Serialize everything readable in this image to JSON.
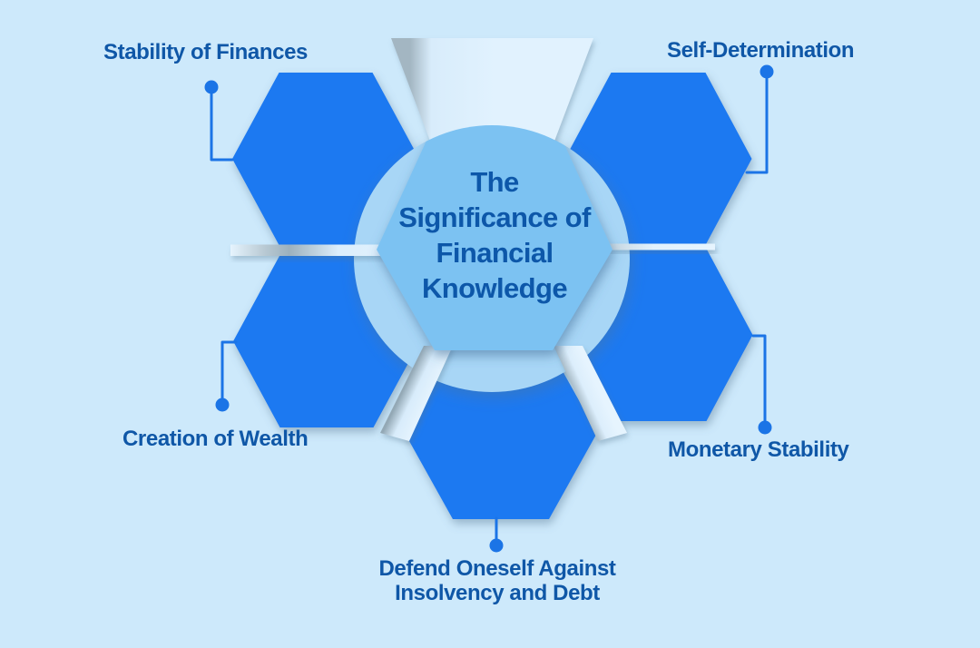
{
  "title": "The Significance of Financial Knowledge",
  "nodes": [
    {
      "label": "Stability of Finances",
      "position": "top-left"
    },
    {
      "label": "Self-Determination",
      "position": "top-right"
    },
    {
      "label": "Creation of Wealth",
      "position": "middle-left"
    },
    {
      "label": "Monetary Stability",
      "position": "middle-right"
    },
    {
      "label": "Defend Oneself Against Insolvency and Debt",
      "position": "bottom"
    }
  ],
  "colors": {
    "background": "#cde9fb",
    "hexagon_fill": "#1b79f1",
    "ring_circle_fill": "#a8d6f6",
    "center_hexagon_fill": "#7cc2f2",
    "channel_fill": "#ddf0fd",
    "label_text": "#0f57a7",
    "title_text": "#0d57a9",
    "connector_line": "#1b74e6"
  }
}
